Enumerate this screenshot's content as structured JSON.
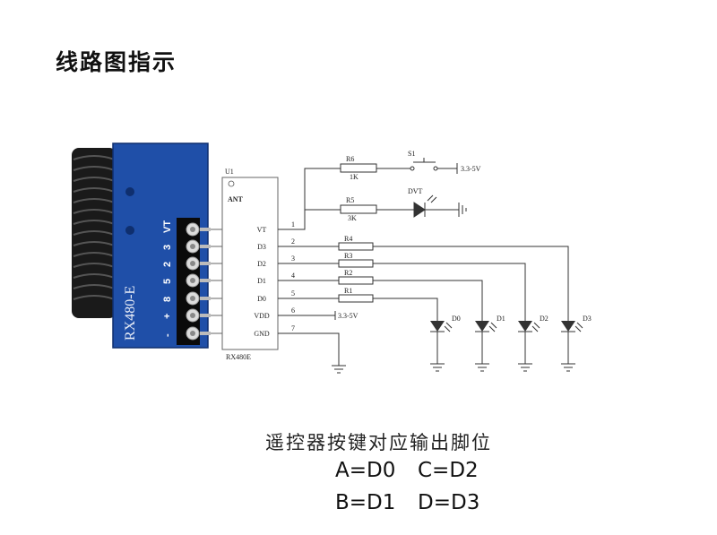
{
  "title": "线路图指示",
  "caption": "遥控器按键对应输出脚位",
  "mapping": [
    [
      "A=D0",
      "C=D2"
    ],
    [
      "B=D1",
      "D=D3"
    ]
  ],
  "module": {
    "label": "RX480-E",
    "header_pins": [
      "VT",
      "3",
      "2",
      "5",
      "8",
      "+",
      "-"
    ]
  },
  "schematic": {
    "ref": "U1",
    "chip_name": "RX480E",
    "ant_label": "ANT",
    "pin_names": [
      "VT",
      "D3",
      "D2",
      "D1",
      "D0",
      "VDD",
      "GND"
    ],
    "pin_numbers": [
      "1",
      "2",
      "3",
      "4",
      "5",
      "6",
      "7"
    ],
    "r6": {
      "ref": "R6",
      "value": "1K"
    },
    "r5": {
      "ref": "R5",
      "value": "3K"
    },
    "switch": "S1",
    "led_vt": "DVT",
    "supply": "3.3-5V",
    "r_data": [
      "R4",
      "R3",
      "R2",
      "R1"
    ],
    "leds": [
      "D0",
      "D1",
      "D2",
      "D3"
    ]
  },
  "colors": {
    "module_blue": "#1f4fa8",
    "antenna": "#1a1a1a",
    "wire": "#333333"
  }
}
